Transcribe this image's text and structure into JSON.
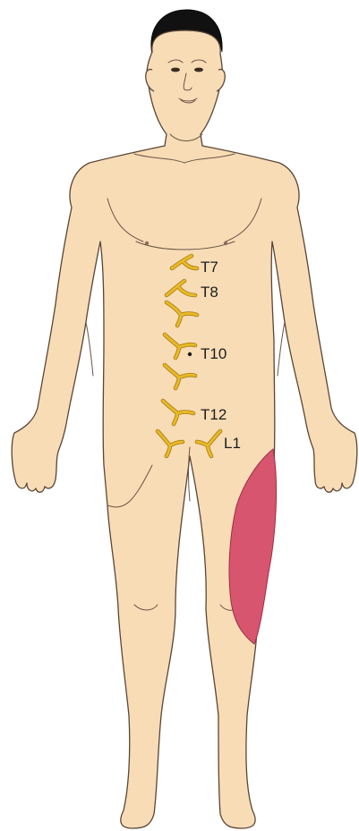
{
  "figure": {
    "labels": {
      "t7": "T7",
      "t8": "T8",
      "t10": "T10",
      "t12": "T12",
      "l1": "L1"
    }
  },
  "colors": {
    "skin": "#f7dcb6",
    "nerve": "#e9b825",
    "nerve_edge": "#a57c12",
    "pain_region": "#d8556f",
    "pain_region_edge": "#9d2f46"
  }
}
